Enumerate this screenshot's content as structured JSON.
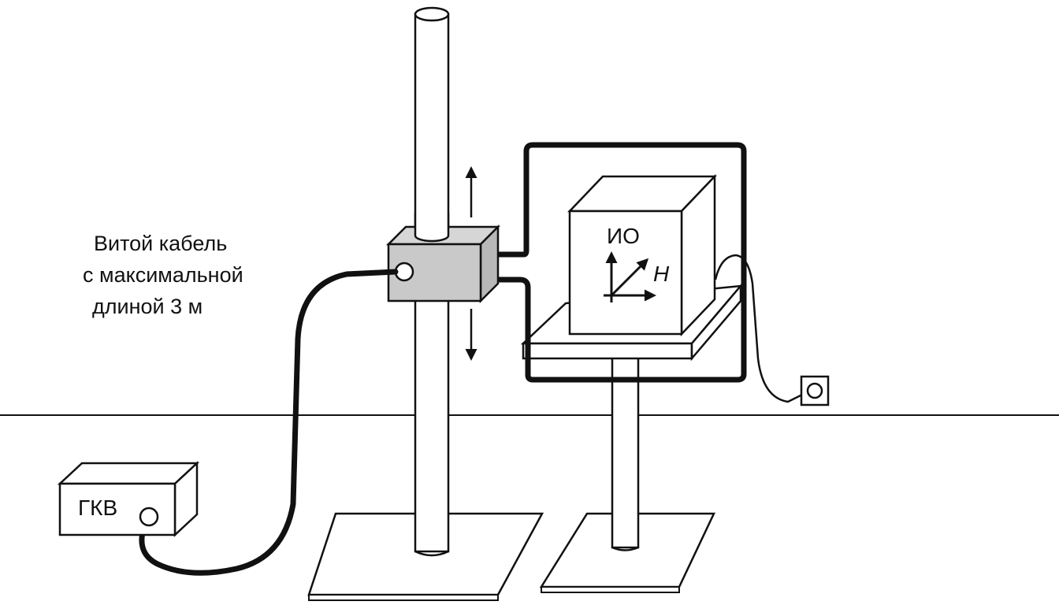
{
  "colors": {
    "line": "#111111",
    "box_fill": "#c9c9c9",
    "background": "#ffffff"
  },
  "labels": {
    "cable_line1": "Витой кабель",
    "cable_line2": "с максимальной",
    "cable_line3": "длиной 3 м",
    "generator": "ГКВ",
    "object": "ИО",
    "field": "H"
  },
  "components": {
    "generator": "generator-box",
    "sensor": "sensor-box-on-stand",
    "object": "test-object-cube",
    "outlet": "power-socket-icon"
  }
}
